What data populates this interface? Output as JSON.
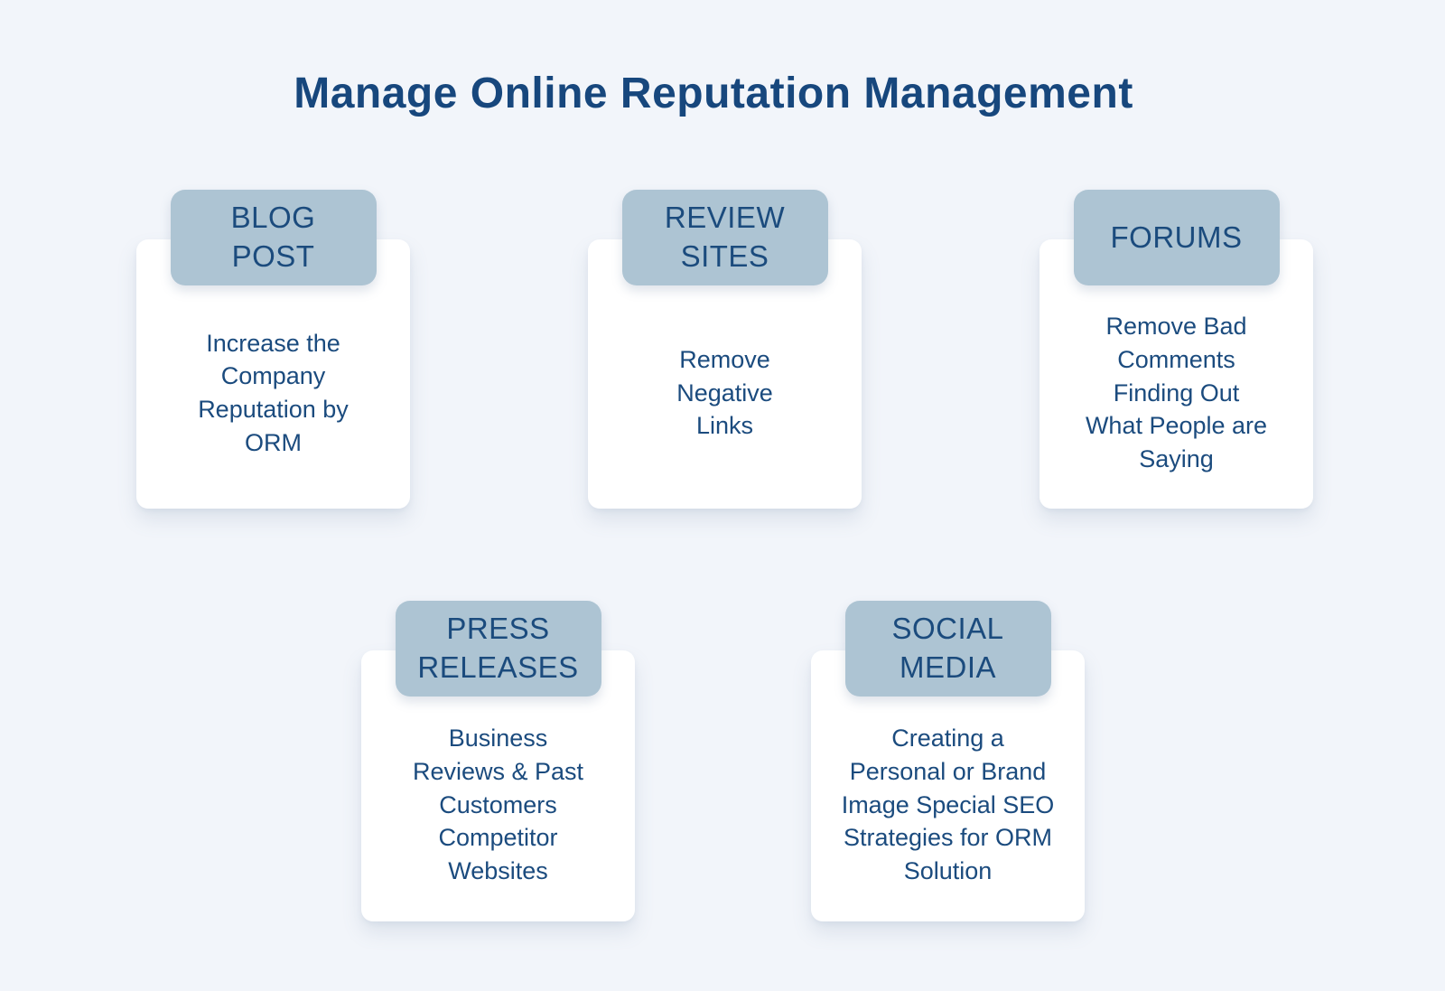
{
  "page": {
    "title": "Manage Online Reputation Management",
    "background_color": "#f2f5fa",
    "badge_color": "#adc4d3",
    "text_color": "#1b4b7e"
  },
  "cards": [
    {
      "label": "BLOG\nPOST",
      "description": "Increase the\nCompany\nReputation by\nORM"
    },
    {
      "label": "REVIEW\nSITES",
      "description": "Remove\nNegative\nLinks"
    },
    {
      "label": "FORUMS",
      "description": "Remove Bad\nComments\nFinding Out\nWhat People are\nSaying"
    },
    {
      "label": "PRESS\nRELEASES",
      "description": "Business\nReviews & Past\nCustomers\nCompetitor\nWebsites"
    },
    {
      "label": "SOCIAL\nMEDIA",
      "description": "Creating a\nPersonal or Brand\nImage Special SEO\nStrategies for ORM\nSolution"
    }
  ]
}
